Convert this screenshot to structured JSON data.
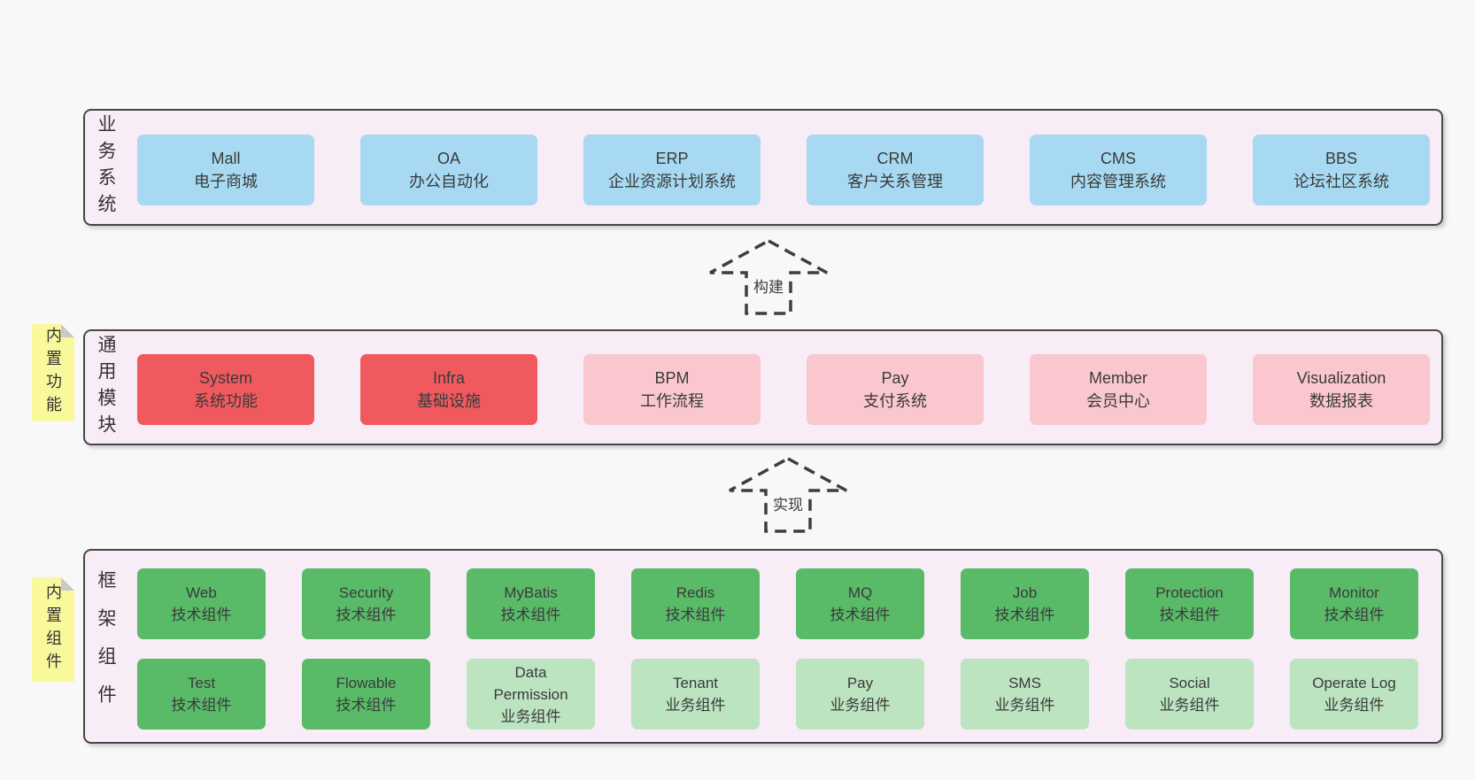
{
  "colors": {
    "page_bg": "#f8f8f8",
    "panel_bg": "#f8ecf6",
    "panel_border": "#474747",
    "box_blue": "#a7daf2",
    "box_red": "#f0595e",
    "box_pink": "#fbc7cf",
    "box_green": "#59bb68",
    "box_green_light": "#bce4c0",
    "sticky_yellow": "#faf89c",
    "sticky_fold": "#c9c9c9",
    "arrow": "#3e3e3e",
    "text": "#3a3a3a"
  },
  "arrows": {
    "build": {
      "label": "构建"
    },
    "implement": {
      "label": "实现"
    }
  },
  "layers": {
    "business": {
      "label": "业务系统",
      "boxes": [
        {
          "name": "Mall",
          "desc": "电子商城",
          "variant": "blue"
        },
        {
          "name": "OA",
          "desc": "办公自动化",
          "variant": "blue"
        },
        {
          "name": "ERP",
          "desc": "企业资源计划系统",
          "variant": "blue"
        },
        {
          "name": "CRM",
          "desc": "客户关系管理",
          "variant": "blue"
        },
        {
          "name": "CMS",
          "desc": "内容管理系统",
          "variant": "blue"
        },
        {
          "name": "BBS",
          "desc": "论坛社区系统",
          "variant": "blue"
        }
      ]
    },
    "modules": {
      "label": "通用模块",
      "sticky_label": "内置功能",
      "boxes": [
        {
          "name": "System",
          "desc": "系统功能",
          "variant": "red"
        },
        {
          "name": "Infra",
          "desc": "基础设施",
          "variant": "red"
        },
        {
          "name": "BPM",
          "desc": "工作流程",
          "variant": "pink"
        },
        {
          "name": "Pay",
          "desc": "支付系统",
          "variant": "pink"
        },
        {
          "name": "Member",
          "desc": "会员中心",
          "variant": "pink"
        },
        {
          "name": "Visualization",
          "desc": "数据报表",
          "variant": "pink"
        }
      ]
    },
    "components": {
      "label": "框架组件",
      "sticky_label": "内置组件",
      "rows": [
        [
          {
            "name": "Web",
            "desc": "技术组件",
            "variant": "green"
          },
          {
            "name": "Security",
            "desc": "技术组件",
            "variant": "green"
          },
          {
            "name": "MyBatis",
            "desc": "技术组件",
            "variant": "green"
          },
          {
            "name": "Redis",
            "desc": "技术组件",
            "variant": "green"
          },
          {
            "name": "MQ",
            "desc": "技术组件",
            "variant": "green"
          },
          {
            "name": "Job",
            "desc": "技术组件",
            "variant": "green"
          },
          {
            "name": "Protection",
            "desc": "技术组件",
            "variant": "green"
          },
          {
            "name": "Monitor",
            "desc": "技术组件",
            "variant": "green"
          }
        ],
        [
          {
            "name": "Test",
            "desc": "技术组件",
            "variant": "green"
          },
          {
            "name": "Flowable",
            "desc": "技术组件",
            "variant": "green"
          },
          {
            "name": "Data Permission",
            "desc": "业务组件",
            "variant": "green-light"
          },
          {
            "name": "Tenant",
            "desc": "业务组件",
            "variant": "green-light"
          },
          {
            "name": "Pay",
            "desc": "业务组件",
            "variant": "green-light"
          },
          {
            "name": "SMS",
            "desc": "业务组件",
            "variant": "green-light"
          },
          {
            "name": "Social",
            "desc": "业务组件",
            "variant": "green-light"
          },
          {
            "name": "Operate Log",
            "desc": "业务组件",
            "variant": "green-light"
          }
        ]
      ]
    }
  }
}
